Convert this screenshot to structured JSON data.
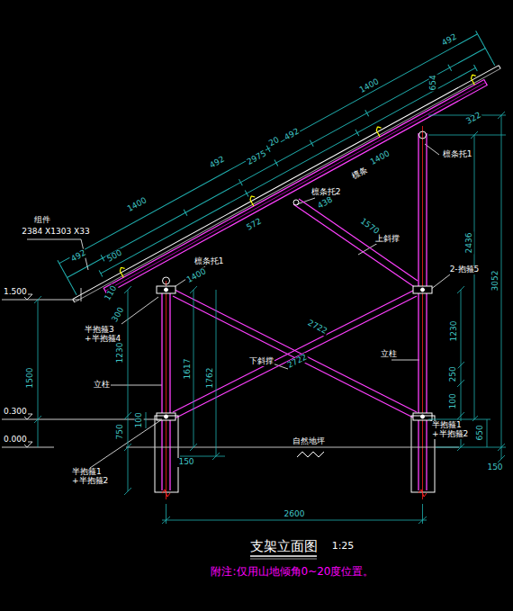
{
  "diagram": {
    "title": "支架立面图",
    "caption": "附注:仅用山地倾角0~20度位置。",
    "labels": [
      "组件",
      "2384 X1303 X33",
      "492",
      "1400",
      "654",
      "492",
      "20",
      "2975",
      "492",
      "1400",
      "492",
      "500",
      "1400",
      "572",
      "438",
      "1570",
      "322",
      "110",
      "300",
      "1400",
      "檩条",
      "檩条托1",
      "檩条托2",
      "檩条托1",
      "上斜撑",
      "2-抱箍5",
      "半抱箍3 +半抱箍4",
      "立柱",
      "下斜撑",
      "2722",
      "2722",
      "立柱",
      "半抱箍1 +半抱箍2",
      "半抱箍1 +半抱箍2",
      "自然地坪",
      "1.500",
      "1500",
      "0.300",
      "0.000",
      "1230",
      "1617",
      "1762",
      "750",
      "100",
      "150",
      "2436",
      "3052",
      "1230",
      "250",
      "100",
      "650",
      "150",
      "2600",
      "1:25"
    ]
  }
}
